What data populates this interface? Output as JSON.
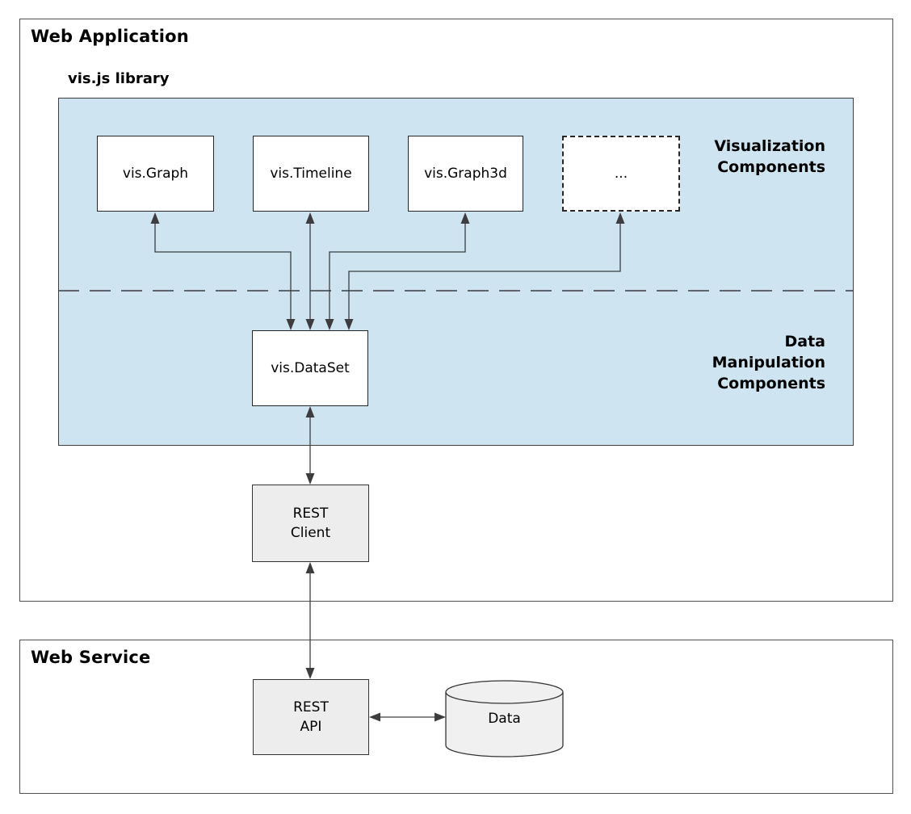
{
  "diagram": {
    "web_application": {
      "title": "Web Application"
    },
    "web_service": {
      "title": "Web Service"
    },
    "vis_library": {
      "title": "vis.js library"
    },
    "section_labels": {
      "visualization": "Visualization\nComponents",
      "data_manipulation": "Data\nManipulation\nComponents"
    },
    "nodes": {
      "vis_graph": "vis.Graph",
      "vis_timeline": "vis.Timeline",
      "vis_graph3d": "vis.Graph3d",
      "more_components": "...",
      "vis_dataset": "vis.DataSet",
      "rest_client": "REST\nClient",
      "rest_api": "REST\nAPI",
      "data_store": "Data"
    },
    "colors": {
      "panel_blue": "#cfe4f1",
      "node_gray": "#ededed",
      "line": "#3d3d3d"
    }
  }
}
